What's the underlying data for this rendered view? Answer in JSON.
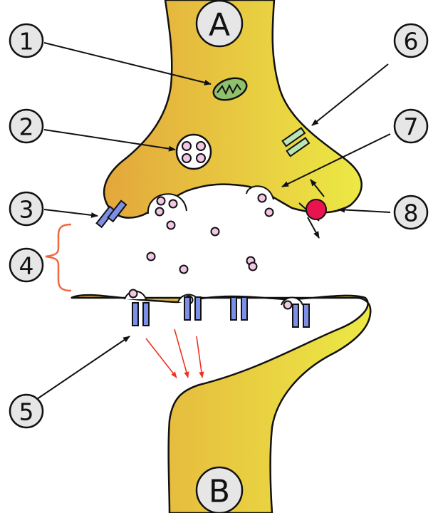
{
  "neurons": {
    "presynaptic_label": "A",
    "postsynaptic_label": "B"
  },
  "callouts": [
    {
      "id": "1",
      "label": "1"
    },
    {
      "id": "2",
      "label": "2"
    },
    {
      "id": "3",
      "label": "3"
    },
    {
      "id": "4",
      "label": "4"
    },
    {
      "id": "5",
      "label": "5"
    },
    {
      "id": "6",
      "label": "6"
    },
    {
      "id": "7",
      "label": "7"
    },
    {
      "id": "8",
      "label": "8"
    }
  ],
  "colors": {
    "neuron_dark": "#e3a73c",
    "neuron_light": "#ece944",
    "mitochondrion": "#8fc06b",
    "vesicle": "#f2c7e6",
    "receptor": "#7d8fe6",
    "autoreceptor": "#b9e6b4",
    "transporter": "#e8134f",
    "cleft_bracket": "#f0683f",
    "signal_arrow": "#ee3322"
  }
}
